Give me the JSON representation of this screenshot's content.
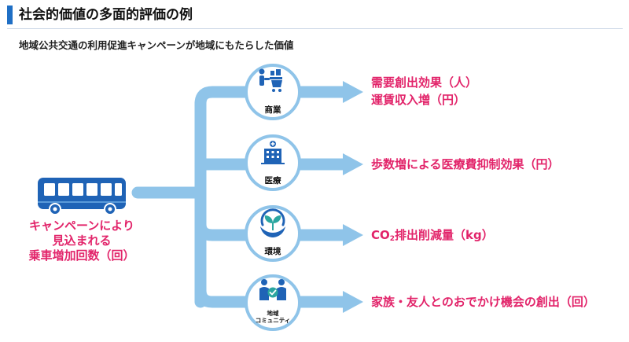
{
  "header": {
    "title": "社会的価値の多面的評価の例",
    "subtitle": "地域公共交通の利用促進キャンペーンが地域にもたらした価値"
  },
  "source": {
    "line1": "キャンペーンにより",
    "line2": "見込まれる",
    "line3": "乗車増加回数（回）"
  },
  "categories": [
    {
      "label": "商業",
      "icon": "shopping-cart-icon",
      "effects": [
        "需要創出効果（人）",
        "運賃収入増（円）"
      ]
    },
    {
      "label": "医療",
      "icon": "hospital-icon",
      "effects": [
        "歩数増による医療費抑制効果（円）"
      ]
    },
    {
      "label": "環境",
      "icon": "plant-icon",
      "effects": []
    },
    {
      "label_line1": "地域",
      "label_line2": "コミュニティ",
      "icon": "community-icon",
      "effects": [
        "家族・友人とのおでかけ機会の創出（回）"
      ]
    }
  ],
  "environment_effect": {
    "prefix": "CO",
    "subscript": "2",
    "suffix": "排出削減量（kg）"
  },
  "colors": {
    "accent": "#1f6fc5",
    "highlight": "#e2246a",
    "connector": "#8fc4e9",
    "icon_blue": "#1f63b6"
  }
}
